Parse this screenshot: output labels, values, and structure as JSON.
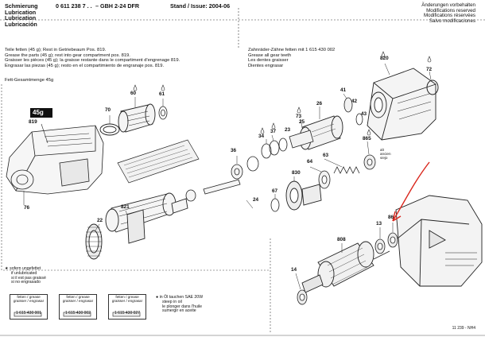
{
  "header": {
    "titles": [
      "Schmierung",
      "Lubrication",
      "Lubrication",
      "Lubricación"
    ],
    "code": "0 611 238 7 . .",
    "model": "– GBH 2-24 DFR",
    "stand": "Stand / Issue:  2004-06",
    "right_notes": [
      "Änderungen vorbehalten",
      "Modifications reserved",
      "Modifications réservées",
      "Salvo modificaciones"
    ]
  },
  "left_notes": [
    "Teile fetten (45 g); Rest in Getriebeaum Pos. 819.",
    "Grease the parts (45 g); rest into gear compartment pos. 819.",
    "Graisser les pièces (45 g); la graisse restante dans le compartiment d'engrenage 819.",
    "Engrasar las piezas (45 g); resto en el compartimiento de engranaje pos. 819."
  ],
  "fett_label": "Fett-Gesamtmenge 45g",
  "fett_badge": "45g",
  "right_notes_block": [
    "Zahnräder-Zähne fetten mit  1 615 430 002",
    "Grease all gear teeth",
    "Les dentes graisser",
    "Dientes engrasar"
  ],
  "callouts": {
    "p819": "819",
    "p70": "70",
    "p60": "60",
    "p61": "61",
    "p76": "76",
    "p821": "821",
    "p22": "22",
    "p36": "36",
    "p34": "34",
    "p37": "37",
    "p23": "23",
    "p73": "73",
    "p24": "24",
    "p25": "25",
    "p26": "26",
    "p41": "41",
    "p43": "43",
    "p820": "820",
    "p72": "72",
    "p865": "865",
    "p830": "830",
    "p64": "64",
    "p63": "63",
    "p67": "67",
    "p13": "13",
    "p86": "86",
    "p808": "808",
    "p14": "14",
    "p42": "42"
  },
  "old_label": [
    "alt",
    "ancien",
    "viejo"
  ],
  "legend_star": [
    "sofern ungefettet",
    "if unlubricated",
    "si il est pas graissé",
    "si no engrasado"
  ],
  "grease_boxes": [
    {
      "head": "fetten / grease",
      "sub": "graisser / engrasar",
      "part": "1 615 430 001"
    },
    {
      "head": "fetten / grease",
      "sub": "graisser / engrasar",
      "part": "1 615 430 002"
    },
    {
      "head": "fetten / grease",
      "sub": "graisser / engrasar",
      "part": "1 615 430 027"
    }
  ],
  "oil_note": [
    "in Öl tauchen  SAE 20W",
    "steep in oil",
    "le plonger dans l'huile",
    "sumergir en aceite"
  ],
  "footer_code": "11 239 - NH4",
  "colors": {
    "arrow": "#d9261c",
    "line": "#222222",
    "fill": "#f2f2f2"
  }
}
